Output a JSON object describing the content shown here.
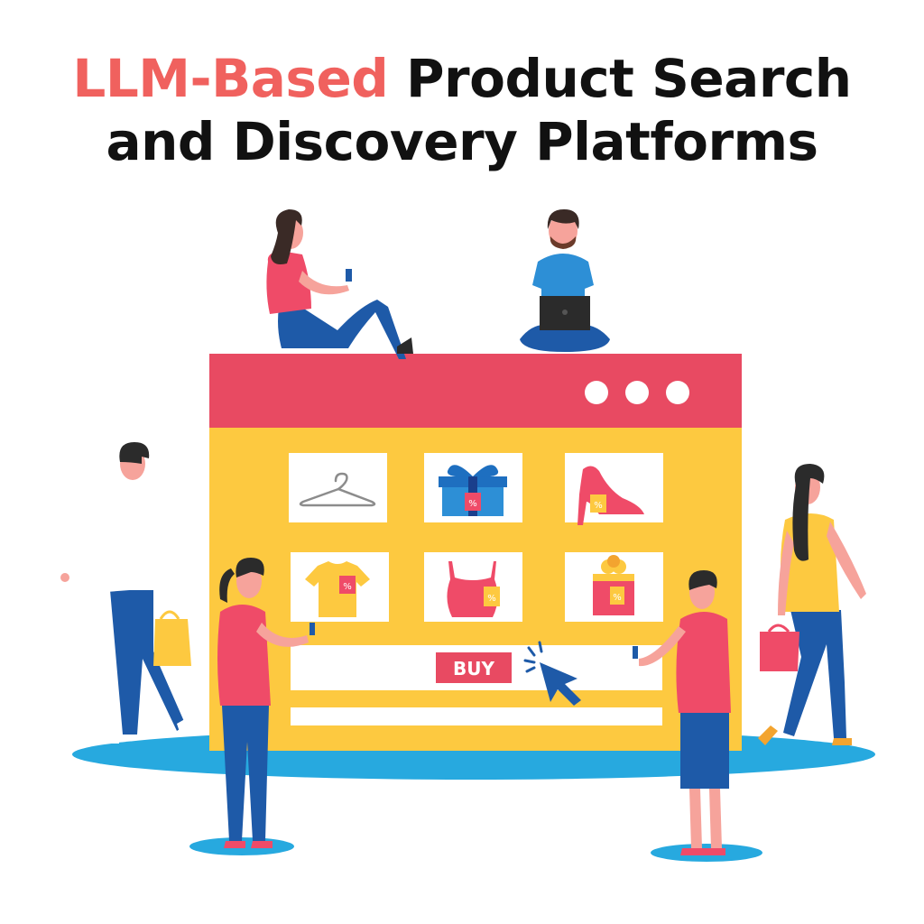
{
  "title": {
    "accent": "LLM-Based",
    "line1_rest": " Product Search",
    "line2": "and Discovery Platforms"
  },
  "browser": {
    "buy_label": "BUY",
    "product_tags": [
      "%",
      "%",
      "%",
      "%",
      "%"
    ]
  },
  "colors": {
    "accent": "#f0615e",
    "window_header": "#e84a62",
    "window_body": "#fdc940",
    "floor": "#27a9df",
    "shirt_red": "#ef4b68",
    "jeans": "#1e5aa8",
    "blue_shirt": "#2d8fd6",
    "shirt_yellow": "#fdc940"
  },
  "icons": [
    "hanger-icon",
    "gift-box-icon",
    "high-heel-icon",
    "tshirt-icon",
    "top-icon",
    "gift-bag-icon",
    "cursor-icon",
    "shopping-bag-icon"
  ]
}
